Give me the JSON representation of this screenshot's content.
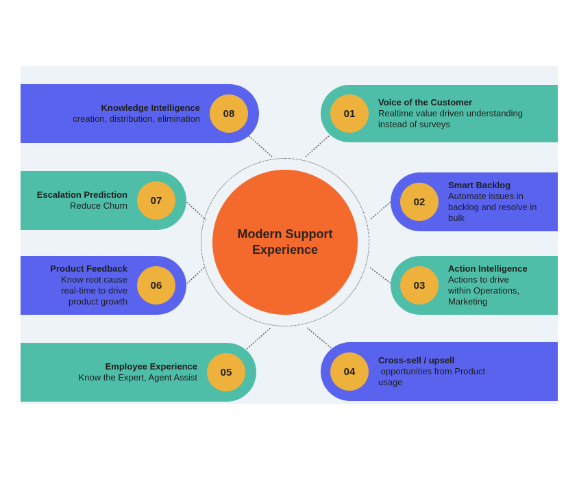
{
  "center": {
    "line1": "Modern Support",
    "line2": "Experience"
  },
  "items": [
    {
      "number": "01",
      "title": "Voice of the Customer",
      "lines": [
        "Realtime value driven understanding",
        "instead of surveys"
      ]
    },
    {
      "number": "02",
      "title": "Smart Backlog",
      "lines": [
        "Automate issues in",
        "backlog and resolve in",
        "bulk"
      ]
    },
    {
      "number": "03",
      "title": "Action Intelligence",
      "lines": [
        "Actions to drive",
        "within Operations,",
        "Marketing"
      ]
    },
    {
      "number": "04",
      "title": "Cross-sell / upsell",
      "lines": [
        " opportunities from Product",
        "usage"
      ]
    },
    {
      "number": "05",
      "title": "Employee Experience",
      "lines": [
        "Know the Expert, Agent Assist"
      ]
    },
    {
      "number": "06",
      "title": "Product Feedback",
      "lines": [
        "Know root cause",
        "real-time to drive",
        "product growth"
      ]
    },
    {
      "number": "07",
      "title": "Escalation Prediction",
      "lines": [
        "Reduce Churn"
      ]
    },
    {
      "number": "08",
      "title": "Knowledge Intelligence",
      "lines": [
        "creation, distribution, elimination"
      ]
    }
  ],
  "colors": {
    "blue": "#5963ee",
    "teal": "#4fbea8",
    "badge": "#eeb13c",
    "center": "#f4692c",
    "background": "#edf3f6"
  }
}
